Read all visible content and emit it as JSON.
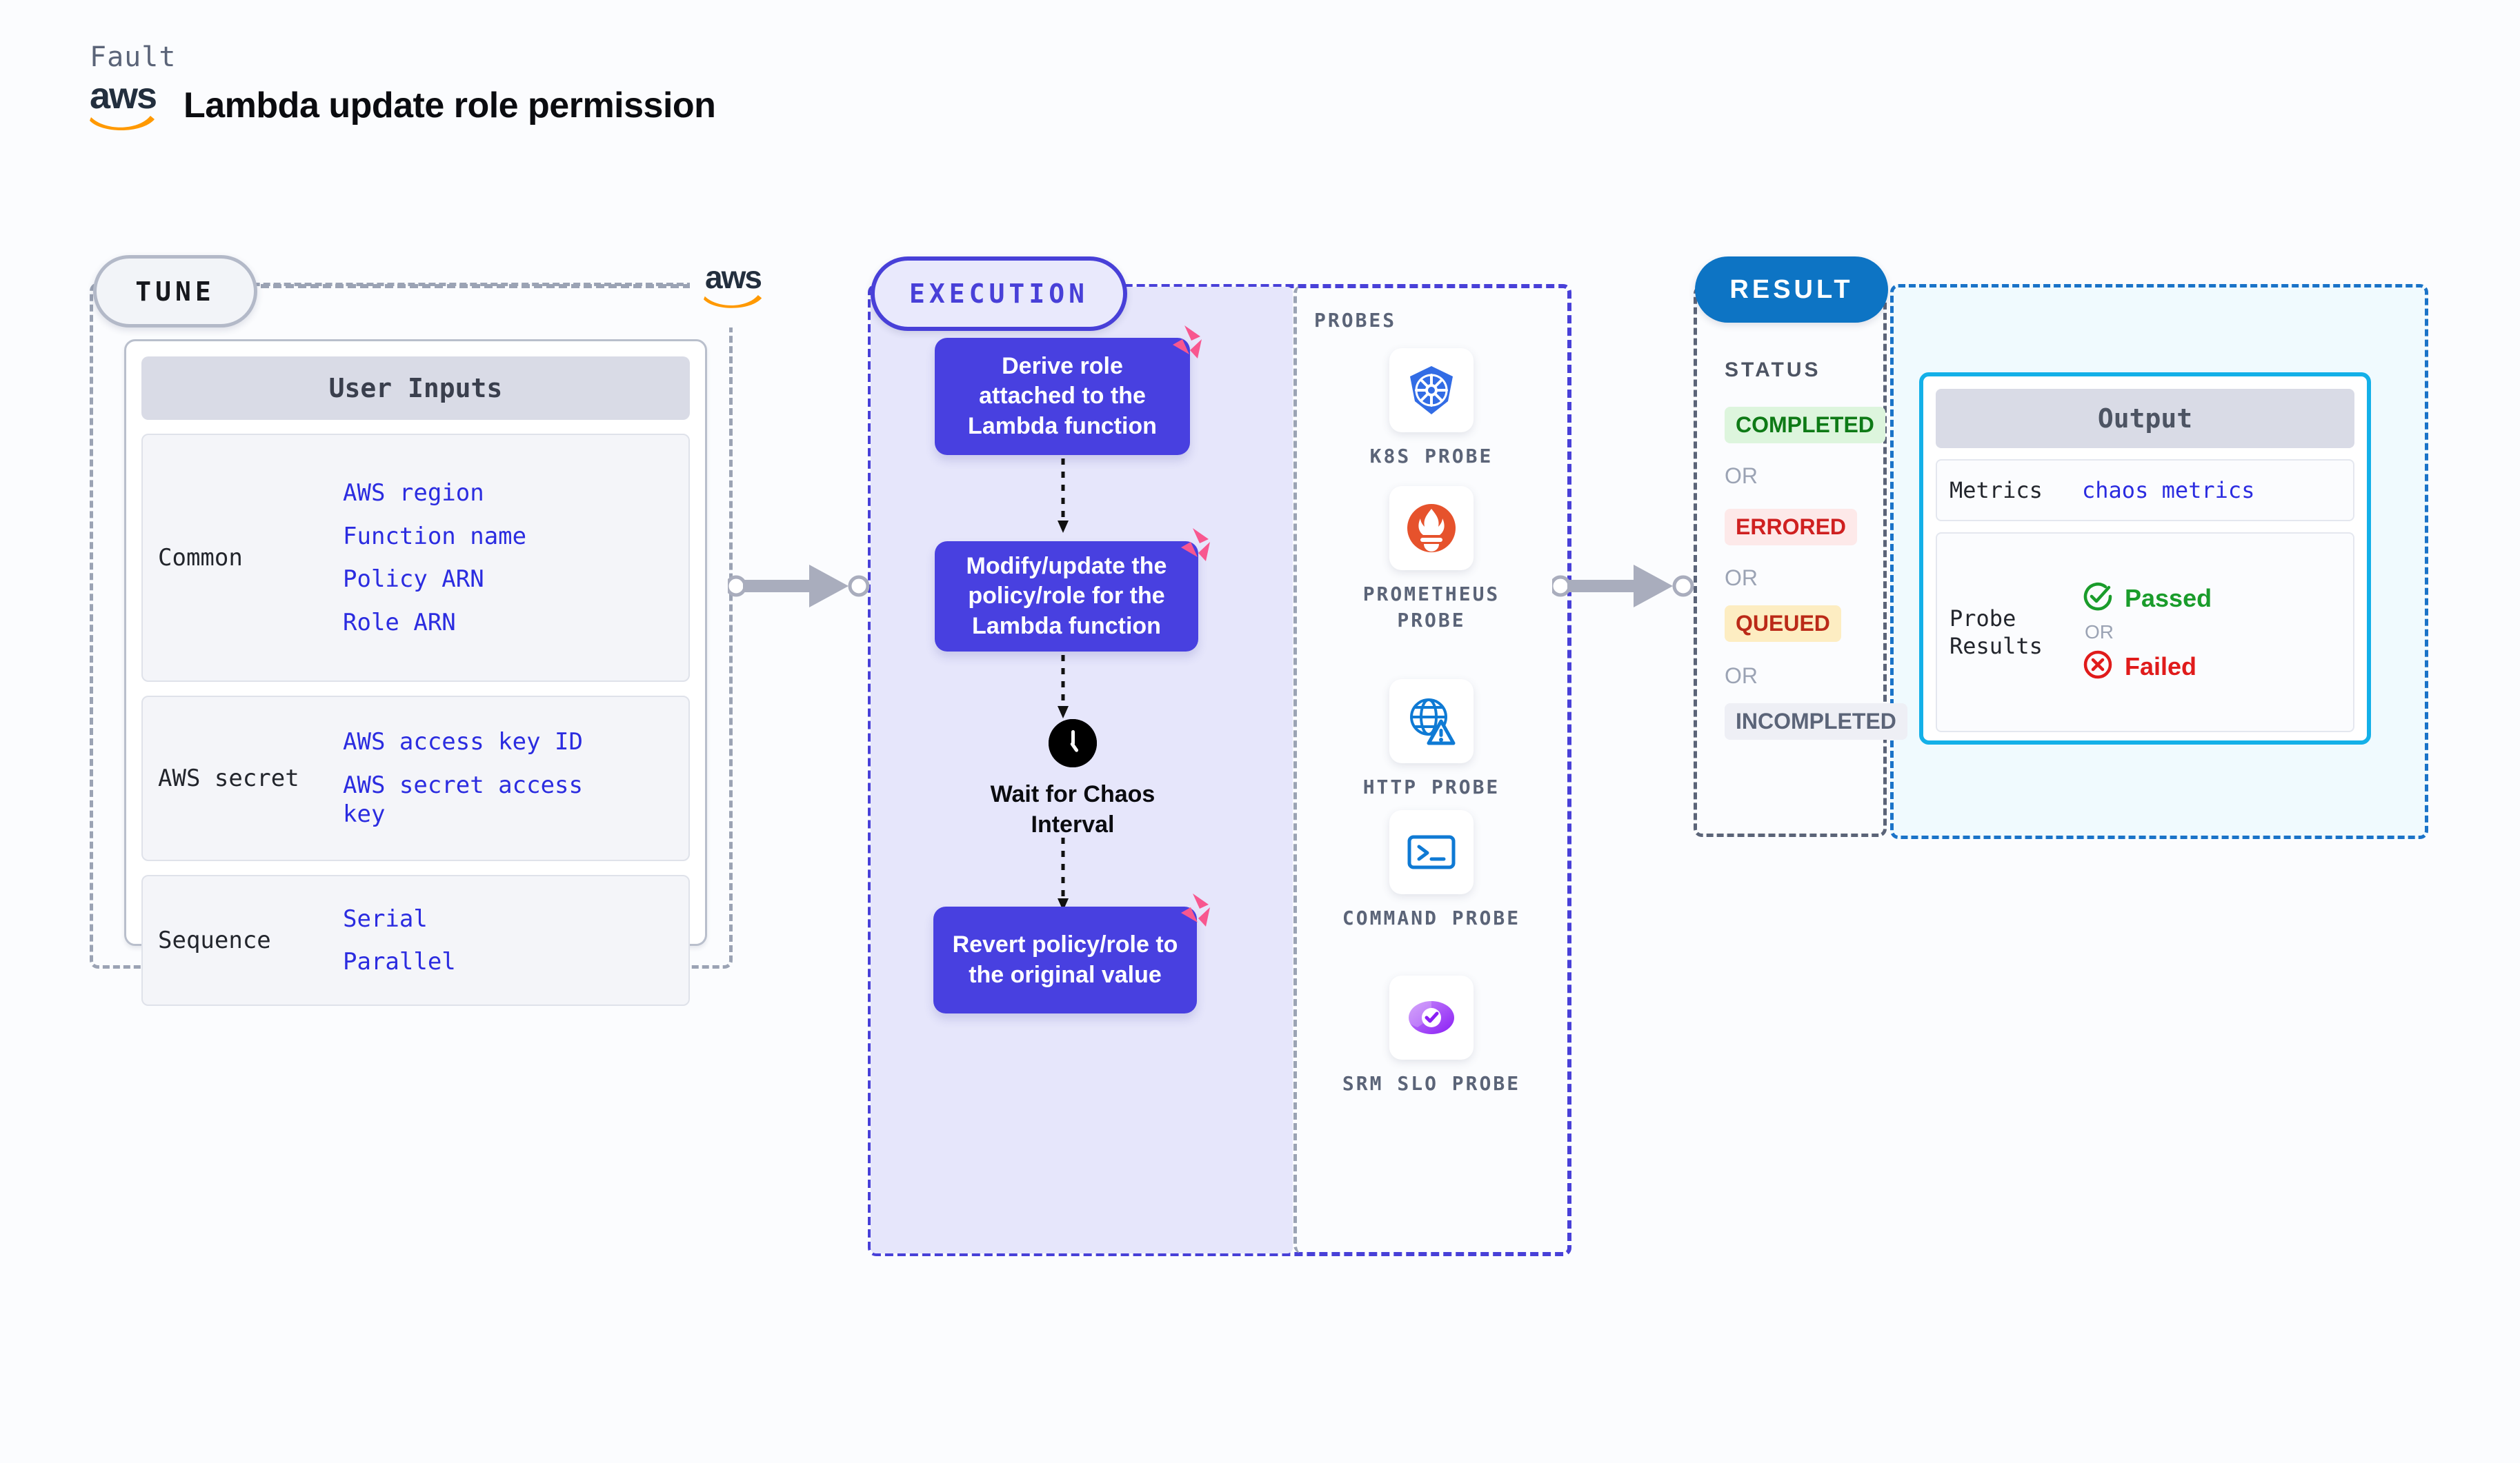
{
  "header": {
    "fault_label": "Fault",
    "title": "Lambda update role permission",
    "logo_name": "aws"
  },
  "tune": {
    "pill_label": "TUNE",
    "card_header": "User Inputs",
    "groups": [
      {
        "label": "Common",
        "values": [
          "AWS region",
          "Function name",
          "Policy ARN",
          "Role ARN"
        ]
      },
      {
        "label": "AWS secret",
        "values": [
          "AWS access key ID",
          "AWS secret access key"
        ]
      },
      {
        "label": "Sequence",
        "values": [
          "Serial",
          "Parallel"
        ]
      }
    ]
  },
  "execution": {
    "pill_label": "EXECUTION",
    "steps": [
      {
        "text": "Derive role attached to the Lambda function"
      },
      {
        "text": "Modify/update the policy/role for the Lambda function"
      }
    ],
    "wait_label": "Wait for Chaos Interval",
    "final_step": {
      "text": "Revert policy/role to the original value"
    }
  },
  "probes": {
    "section_label": "PROBES",
    "items": [
      {
        "label": "K8S PROBE",
        "icon": "kubernetes-icon"
      },
      {
        "label": "PROMETHEUS PROBE",
        "icon": "prometheus-icon"
      },
      {
        "label": "HTTP PROBE",
        "icon": "http-globe-icon"
      },
      {
        "label": "COMMAND PROBE",
        "icon": "terminal-icon"
      },
      {
        "label": "SRM SLO PROBE",
        "icon": "srm-slo-icon"
      }
    ]
  },
  "result": {
    "pill_label": "RESULT",
    "status_label": "STATUS",
    "or_label": "OR",
    "statuses": [
      {
        "label": "COMPLETED",
        "bg": "#ddf5dd",
        "fg": "#0e7a16"
      },
      {
        "label": "ERRORED",
        "bg": "#fde9e9",
        "fg": "#cf2020"
      },
      {
        "label": "QUEUED",
        "bg": "#fdedc2",
        "fg": "#bb2a18"
      },
      {
        "label": "INCOMPLETED",
        "bg": "#eeeff5",
        "fg": "#5b6478"
      }
    ]
  },
  "output": {
    "header": "Output",
    "metrics_label": "Metrics",
    "metrics_value": "chaos metrics",
    "probe_results_label": "Probe Results",
    "or_label": "OR",
    "passed_label": "Passed",
    "failed_label": "Failed"
  },
  "colors": {
    "execution_purple": "#4840e0",
    "result_blue": "#0d74c4",
    "output_cyan": "#14b0e8",
    "litmus_pink": "#f8578f",
    "link_blue": "#2b2ce0",
    "aws_orange": "#ff9900"
  }
}
